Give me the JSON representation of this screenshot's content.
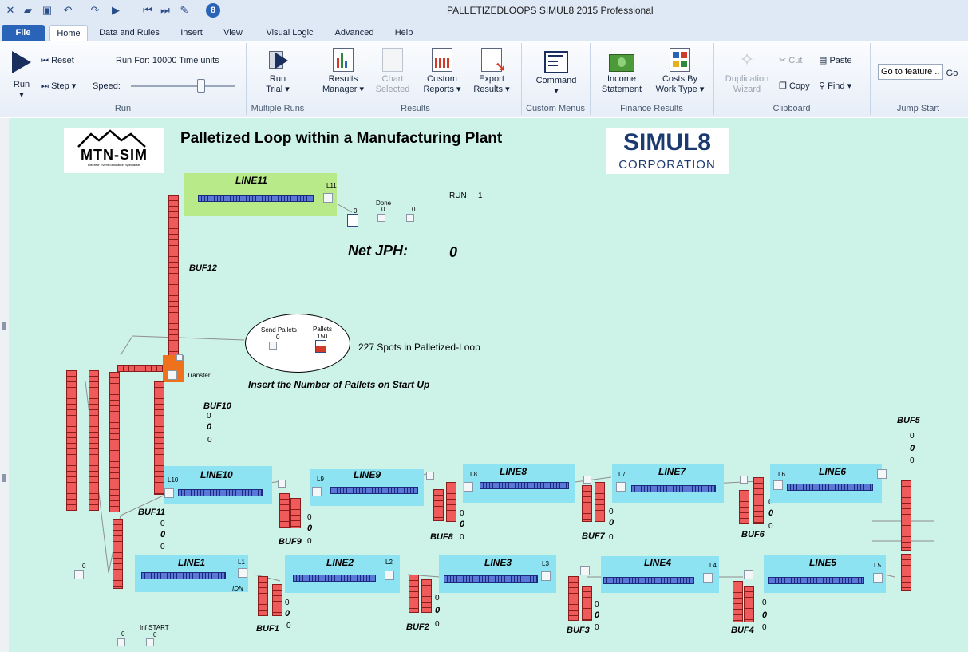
{
  "window": {
    "title": "PALLETIZEDLOOPS   SIMUL8 2015 Professional"
  },
  "tabs": [
    {
      "label": "File"
    },
    {
      "label": "Home"
    },
    {
      "label": "Data and Rules"
    },
    {
      "label": "Insert"
    },
    {
      "label": "View"
    },
    {
      "label": "Visual Logic"
    },
    {
      "label": "Advanced"
    },
    {
      "label": "Help"
    }
  ],
  "ribbon": {
    "run": {
      "run": "Run",
      "reset": "Reset",
      "step": "Step",
      "speed": "Speed:",
      "run_for": "Run For: 10000 Time units",
      "group": "Run"
    },
    "trial": {
      "l1": "Run",
      "l2": "Trial",
      "group": "Multiple Runs"
    },
    "results": {
      "b1a": "Results",
      "b1b": "Manager",
      "b2a": "Chart",
      "b2b": "Selected",
      "b3a": "Custom",
      "b3b": "Reports",
      "b4a": "Export",
      "b4b": "Results",
      "group": "Results"
    },
    "menus": {
      "l1": "Command",
      "group": "Custom Menus"
    },
    "finance": {
      "b1a": "Income",
      "b1b": "Statement",
      "b2a": "Costs By",
      "b2b": "Work Type",
      "group": "Finance Results"
    },
    "clipboard": {
      "dup1": "Duplication",
      "dup2": "Wizard",
      "cut": "Cut",
      "copy": "Copy",
      "paste": "Paste",
      "find": "Find",
      "group": "Clipboard"
    },
    "jump": {
      "input": "Go to feature ...",
      "go": "Go",
      "group": "Jump Start"
    }
  },
  "sim": {
    "title": "Palletized Loop within a Manufacturing Plant",
    "logo1": "MTN-SIM",
    "logo1_sub": "Discrete Event Simulation Specialists",
    "logo2_a": "SIMUL8",
    "logo2_b": "CORPORATION",
    "run_label": "RUN",
    "run_value": "1",
    "net_jph_label": "Net JPH:",
    "net_jph_value": "0",
    "done_label": "Done",
    "zero": "0",
    "send_pallets": "Send Pallets",
    "pallets": "Pallets",
    "pallets_count": "150",
    "spots": "227 Spots in Palletized-Loop",
    "insert_note": "Insert the Number of Pallets on Start Up",
    "transfer": "Transfer",
    "inf_start": "Inf START",
    "idn": "IDN",
    "lines": {
      "l1": "LINE1",
      "l2": "LINE2",
      "l3": "LINE3",
      "l4": "LINE4",
      "l5": "LINE5",
      "l6": "LINE6",
      "l7": "LINE7",
      "l8": "LINE8",
      "l9": "LINE9",
      "l10": "LINE10",
      "l11": "LINE11"
    },
    "tags": {
      "t1": "L1",
      "t2": "L2",
      "t3": "L3",
      "t4": "L4",
      "t5": "L5",
      "t6": "L6",
      "t7": "L7",
      "t8": "L8",
      "t9": "L9",
      "t10": "L10",
      "t11": "L11"
    },
    "buffers": {
      "b1": "BUF1",
      "b2": "BUF2",
      "b3": "BUF3",
      "b4": "BUF4",
      "b5": "BUF5",
      "b6": "BUF6",
      "b7": "BUF7",
      "b8": "BUF8",
      "b9": "BUF9",
      "b10": "BUF10",
      "b11": "BUF11",
      "b12": "BUF12"
    }
  },
  "colors": {
    "canvas": "#cdf2e8",
    "line_panel": "#8ee3f2",
    "line11_panel": "#b9ea8a",
    "buffer": "#ef5a5a",
    "transfer": "#f0711c"
  }
}
